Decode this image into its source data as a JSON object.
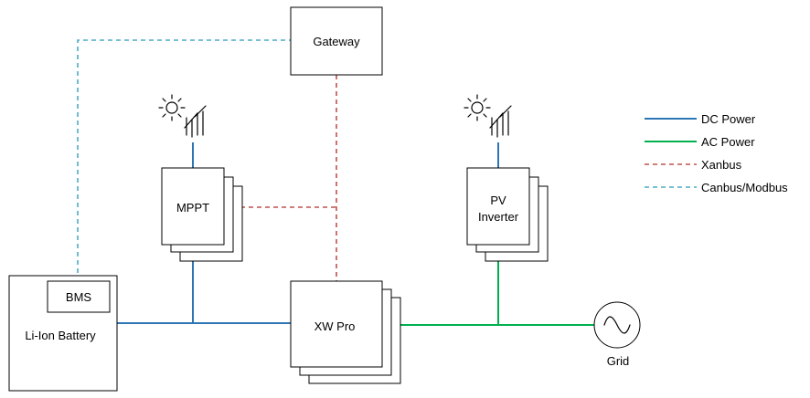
{
  "nodes": {
    "gateway": "Gateway",
    "mppt": "MPPT",
    "pv_inverter_line1": "PV",
    "pv_inverter_line2": "Inverter",
    "bms": "BMS",
    "battery": "Li-Ion Battery",
    "xw_pro": "XW Pro",
    "grid": "Grid"
  },
  "legend": [
    {
      "label": "DC Power",
      "color": "#2e75b6",
      "style": "solid"
    },
    {
      "label": "AC Power",
      "color": "#00b050",
      "style": "solid"
    },
    {
      "label": "Xanbus",
      "color": "#c0504d",
      "style": "dashed"
    },
    {
      "label": "Canbus/Modbus",
      "color": "#4bacc6",
      "style": "dashed"
    }
  ],
  "colors": {
    "dc": "#2e75b6",
    "ac": "#00b050",
    "xanbus": "#c0504d",
    "canbus": "#4bacc6"
  },
  "icons": {
    "sun": "sun-icon",
    "pv_panel": "solar-panel-icon",
    "ac_source": "sine-wave-icon"
  }
}
